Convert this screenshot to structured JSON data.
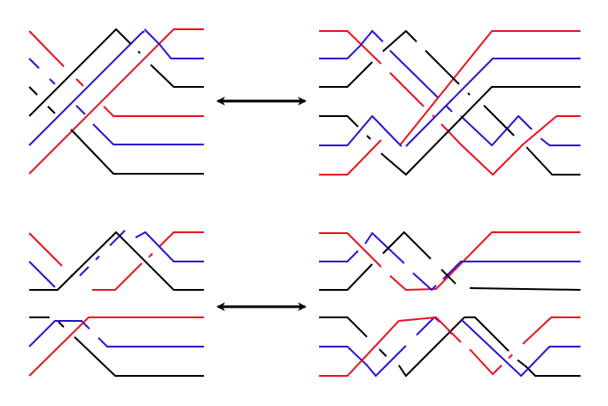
{
  "diagram": {
    "colors": {
      "red": "#e8141e",
      "blue": "#2a14d4",
      "black": "#000000",
      "background": "#ffffff"
    },
    "panels": [
      {
        "id": "top-left",
        "description": ""
      },
      {
        "id": "top-right",
        "description": ""
      },
      {
        "id": "bottom-left",
        "description": ""
      },
      {
        "id": "bottom-right",
        "description": ""
      }
    ],
    "arrows": [
      {
        "id": "top",
        "type": "double-headed"
      },
      {
        "id": "bottom",
        "type": "double-headed"
      }
    ]
  }
}
